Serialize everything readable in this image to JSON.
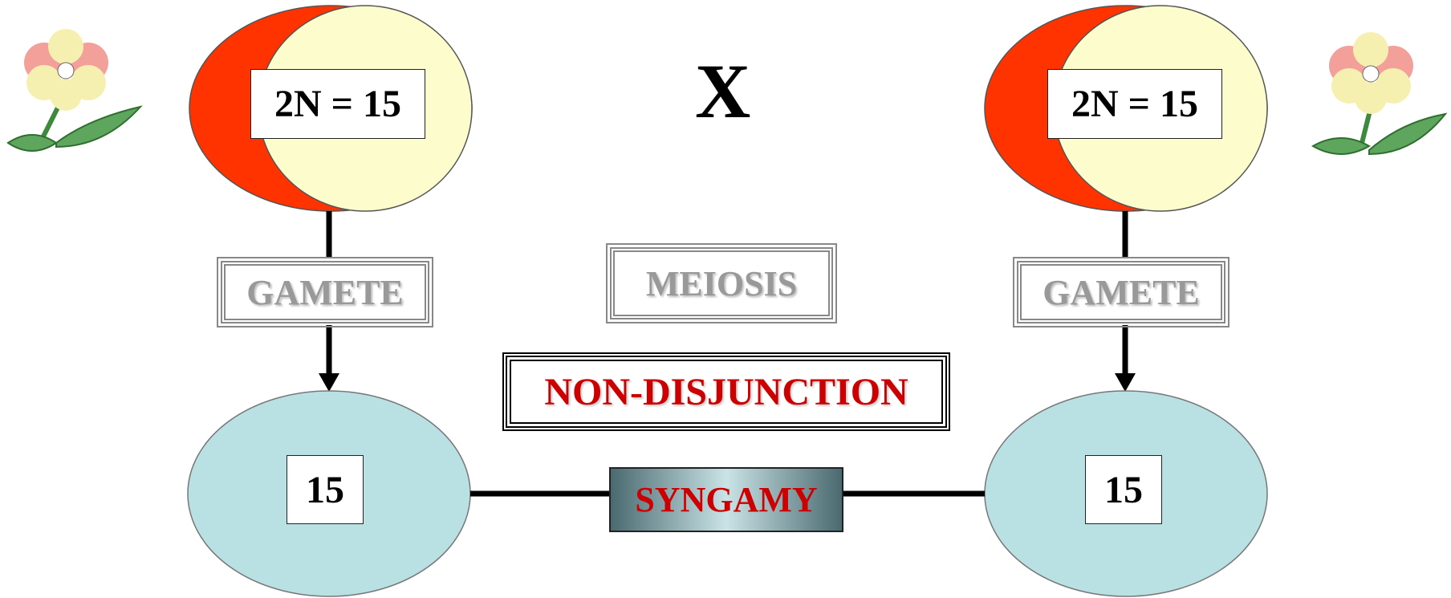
{
  "cross_symbol": "X",
  "parents": [
    {
      "chromosome_label": "2N = 15",
      "offspring_label": "15"
    },
    {
      "chromosome_label": "2N = 15",
      "offspring_label": "15"
    }
  ],
  "gamete_label": "GAMETE",
  "meiosis_label": "MEIOSIS",
  "nondisjunction_label": "NON-DISJUNCTION",
  "syngamy_label": "SYNGAMY",
  "icons": [
    "flower-icon",
    "flower-icon"
  ],
  "colors": {
    "parent_cell_fill": "#fdfccc",
    "parent_crescent": "#ff3300",
    "gamete_cell_fill": "#b9e0e3",
    "nondisjunction_text": "#cc0000",
    "syngamy_text": "#cc0000",
    "gamete_text": "#999999"
  }
}
